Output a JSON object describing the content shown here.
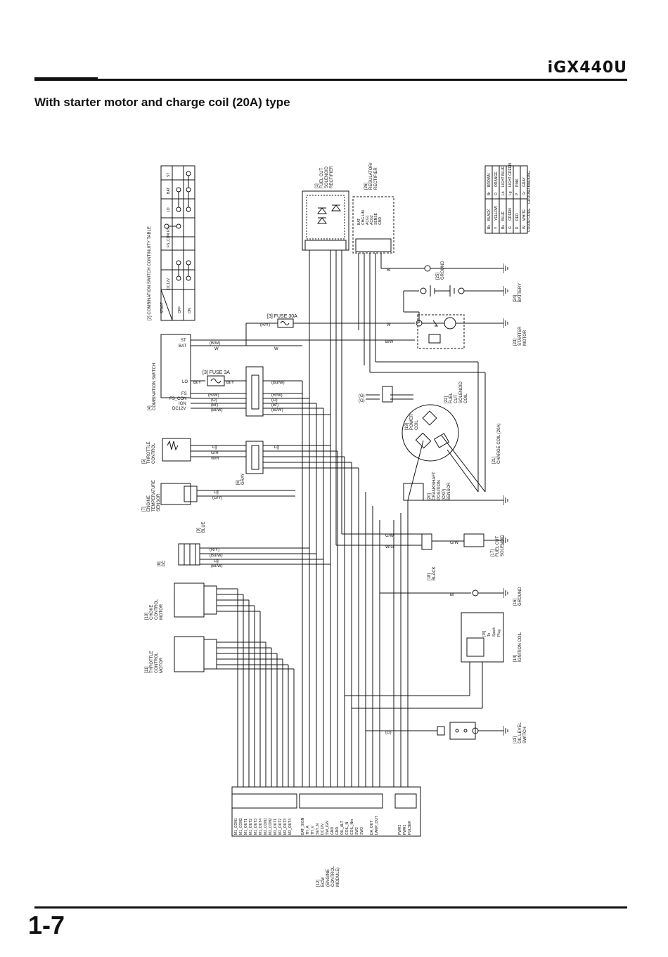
{
  "header": {
    "model": "iGX440U"
  },
  "heading": "With starter motor and charge coil (20A) type",
  "page_number": "1-7",
  "components": {
    "switch_table": "[2] COMBINATION SWITCH CONTINUITY TABLE",
    "table_cols": [
      "DC12V",
      "FS_CON",
      "FS",
      "LO",
      "BAT",
      "ST"
    ],
    "table_rows": [
      "OFF",
      "ON",
      "START"
    ],
    "fuel_cut_rectifier": [
      "[1]",
      "FUEL CUT",
      "SOLENOID",
      "RECTIFIER"
    ],
    "regulator": [
      "[26]",
      "REGULATOR/",
      "RECTIFIER"
    ],
    "reg_pins": [
      "BAT",
      "CHG LIM",
      "ACG1",
      "ACG2",
      "SENSE",
      "GND"
    ],
    "ground25": [
      "[25]",
      "GROUND"
    ],
    "battery": [
      "[24]",
      "BATTERY"
    ],
    "fuse30": "[3] FUSE 30A",
    "fuse3": "[3] FUSE 3A",
    "starter": [
      "[23]",
      "STARTER",
      "MOTOR"
    ],
    "combination_switch": [
      "[4]",
      "COMBINATION SWITCH"
    ],
    "sw_pins": [
      "ST",
      "BAT",
      "LO",
      "FS",
      "FS_CON",
      "IGN",
      "DC12V"
    ],
    "fuel_cut_coil": [
      "[22]",
      "FUEL",
      "CUT",
      "SOLENOID",
      "COIL"
    ],
    "power_coil": [
      "[19]",
      "POWER",
      "COIL"
    ],
    "charge_coil": [
      "[21]",
      "CHARGE COIL (20A)"
    ],
    "throttle_control": [
      "[5]",
      "THROTTLE",
      "CONTROL"
    ],
    "gray": [
      "[6]",
      "GRAY"
    ],
    "ckp": [
      "[20]",
      "CRANKSHAFT",
      "POSITION",
      "(CKP)",
      "SENSOR"
    ],
    "temp_sensor": [
      "[7]",
      "ENGINE",
      "TEMPERATURE",
      "SENSOR"
    ],
    "blue": [
      "[9]",
      "BLUE"
    ],
    "pc": [
      "[8]",
      "PC"
    ],
    "fuel_cut_solenoid": [
      "[17]",
      "FUEL CUT",
      "SOLENOID"
    ],
    "black": [
      "[18]",
      "BLACK"
    ],
    "choke_motor": [
      "[10]",
      "CHOKE",
      "CONTROL",
      "MOTOR"
    ],
    "ground16": [
      "[16]",
      "GROUND"
    ],
    "ignition_coil": [
      "[14]",
      "IGNITION COIL"
    ],
    "spark_plug": [
      "[15]",
      "To",
      "Spark",
      "Plug"
    ],
    "throttle_motor": [
      "[11]",
      "THROTTLE",
      "CONTROL",
      "MOTOR"
    ],
    "oil_switch": [
      "[13]",
      "OIL LEVEL",
      "SWITCH"
    ],
    "ecm": [
      "[12]",
      "ECM",
      "(ENGINE",
      "CONTROL",
      "MODULE)"
    ],
    "ecm_pins": [
      "M1_CON1",
      "M1_CON2",
      "M1_OUT1",
      "M1_OUT2",
      "M1_OUT3",
      "M1_OUT4",
      "M2_CON1",
      "M2_CON2",
      "M2_OUT1",
      "M2_OUT2",
      "M2_OUT3",
      "M2_OUT4",
      "BAT_SIGN",
      "TH_A",
      "TH_V",
      "SET_N",
      "DC12V",
      "SW_IGN",
      "GND",
      "GND",
      "OIL_ALT",
      "COIL_N",
      "COIL_Nm",
      "SW2",
      "SW3",
      "DA_OUT",
      "LAMP_OUT",
      "PWR2",
      "PWR1",
      "PULSER"
    ]
  },
  "wires": {
    "w": "W",
    "bw": "B/W",
    "bwa": "(B/W)",
    "ry": "(R/Y)",
    "buw": "(Bu/W)",
    "bly": "Bl/Y",
    "rw": "(R/W)",
    "o": "(O)",
    "br": "(Br)",
    "blw": "(Bl/W)",
    "gy": "(G/Y)",
    "yg": "(Y/G)",
    "g": "(G)",
    "bl": "Bl",
    "lg": "Lg",
    "gr": "G/R",
    "wr": "W/R",
    "gw": "G/W",
    "wg": "W/G"
  },
  "legend": {
    "rows": [
      [
        "Bk",
        "BLACK",
        "Br",
        "BROWN"
      ],
      [
        "Y",
        "YELLOW",
        "O",
        "ORANGE"
      ],
      [
        "Bu",
        "BLUE",
        "Lb",
        "LIGHT BLUE"
      ],
      [
        "G",
        "GREEN",
        "Lg",
        "LIGHT GREEN"
      ],
      [
        "R",
        "RED",
        "P",
        "PINK"
      ],
      [
        "W",
        "WHITE",
        "Gr",
        "GRAY"
      ]
    ],
    "footer": [
      "COLOR CODE",
      "GROUND MARKING"
    ]
  }
}
